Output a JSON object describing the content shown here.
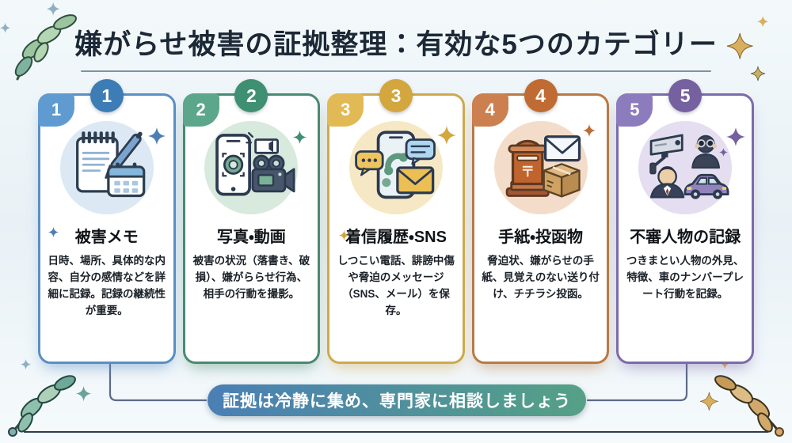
{
  "page": {
    "title": "嫌がらせ被害の証拠整理：有効な5つのカテゴリー",
    "banner": "証拠は冷静に集め、専門家に相談しましょう"
  },
  "cards": [
    {
      "number": "1",
      "title": "被害メモ",
      "description": "日時、場所、具体的な内容、自分の感情などを詳細に記録。記録の継続性が重要。",
      "icon": "notepad-pen-calendar-icon",
      "color": {
        "border": "#5b8fc4",
        "corner_badge": "#5f9bd0",
        "circle_badge": "#3d7cb5",
        "icon_bg": "#dce9f4",
        "accent": "#4a7fb5"
      }
    },
    {
      "number": "2",
      "title": "写真・動画",
      "description": "被害の状況（落書き、破損）、嫌がららせ行為、相手の行動を撮影。",
      "icon": "smartphone-camera-video-icon",
      "color": {
        "border": "#4a8a71",
        "corner_badge": "#5ca78b",
        "circle_badge": "#3f8f72",
        "icon_bg": "#d8e9dd",
        "accent": "#3f8f72"
      }
    },
    {
      "number": "3",
      "title": "着信履歴・SNS",
      "description": "しつこい電話、誹謗中傷や脅迫のメッセージ（SNS、メール）を保存。",
      "icon": "phone-chat-mail-icon",
      "color": {
        "border": "#cfa94f",
        "corner_badge": "#e2ba55",
        "circle_badge": "#d3a63e",
        "icon_bg": "#f6e8c4",
        "accent": "#d3a63e"
      }
    },
    {
      "number": "4",
      "title": "手紙・投函物",
      "description": "脅迫状、嫌がらせの手紙、見覚えのない送り付け、チチラシ投函。",
      "icon": "postbox-envelope-package-icon",
      "color": {
        "border": "#b97a45",
        "corner_badge": "#cc8050",
        "circle_badge": "#bf6b33",
        "icon_bg": "#f3ddca",
        "accent": "#bf6b33"
      }
    },
    {
      "number": "5",
      "title": "不審人物の記録",
      "description": "つきまとい人物の外見、特徴、車のナンバープレート行動を記録。",
      "icon": "cctv-stalker-car-icon",
      "color": {
        "border": "#7b6bab",
        "corner_badge": "#8d7cbd",
        "circle_badge": "#75619f",
        "icon_bg": "#e5def1",
        "accent": "#75619f"
      }
    }
  ],
  "decorations": {
    "top_left": "leaf-branch-icon",
    "top_right": "sparkles-icon",
    "bottom_left": "leaf-branch-icon",
    "bottom_right": "leaf-branch-icon",
    "footer_rule": "divider-line-with-end-dots",
    "connectors": "elbow-lines-from-card-1-and-card-5-to-banner"
  },
  "palette": {
    "background": "#edf4f7",
    "title_text": "#1c2836",
    "title_rule": "#7e939f",
    "banner_gradient_start": "#4a7fb5",
    "banner_gradient_end": "#55a185",
    "connector_line": "#5c6b8a"
  }
}
